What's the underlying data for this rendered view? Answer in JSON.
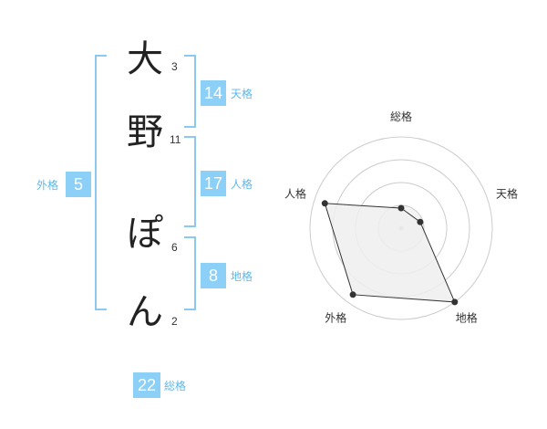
{
  "name": {
    "chars": [
      "大",
      "野",
      "ぽ",
      "ん"
    ],
    "strokes": [
      "3",
      "11",
      "6",
      "2"
    ]
  },
  "fortune": {
    "tenkaku": {
      "value": "14",
      "label": "天格"
    },
    "jinkaku": {
      "value": "17",
      "label": "人格"
    },
    "chikaku": {
      "value": "8",
      "label": "地格"
    },
    "gaikaku": {
      "value": "5",
      "label": "外格"
    },
    "soukaku": {
      "value": "22",
      "label": "総格"
    }
  },
  "chart_data": {
    "type": "radar",
    "axes": [
      "総格",
      "天格",
      "地格",
      "外格",
      "人格"
    ],
    "values": [
      0.22,
      0.22,
      1.0,
      0.9,
      0.88
    ],
    "max": 1.0,
    "rings": 4,
    "fill_color": "#eeeeee",
    "line_color": "#333333",
    "grid_color": "#cccccc"
  },
  "colors": {
    "accent": "#8ccff7",
    "label": "#5fb8ea",
    "bracket": "#8cc8f0"
  }
}
